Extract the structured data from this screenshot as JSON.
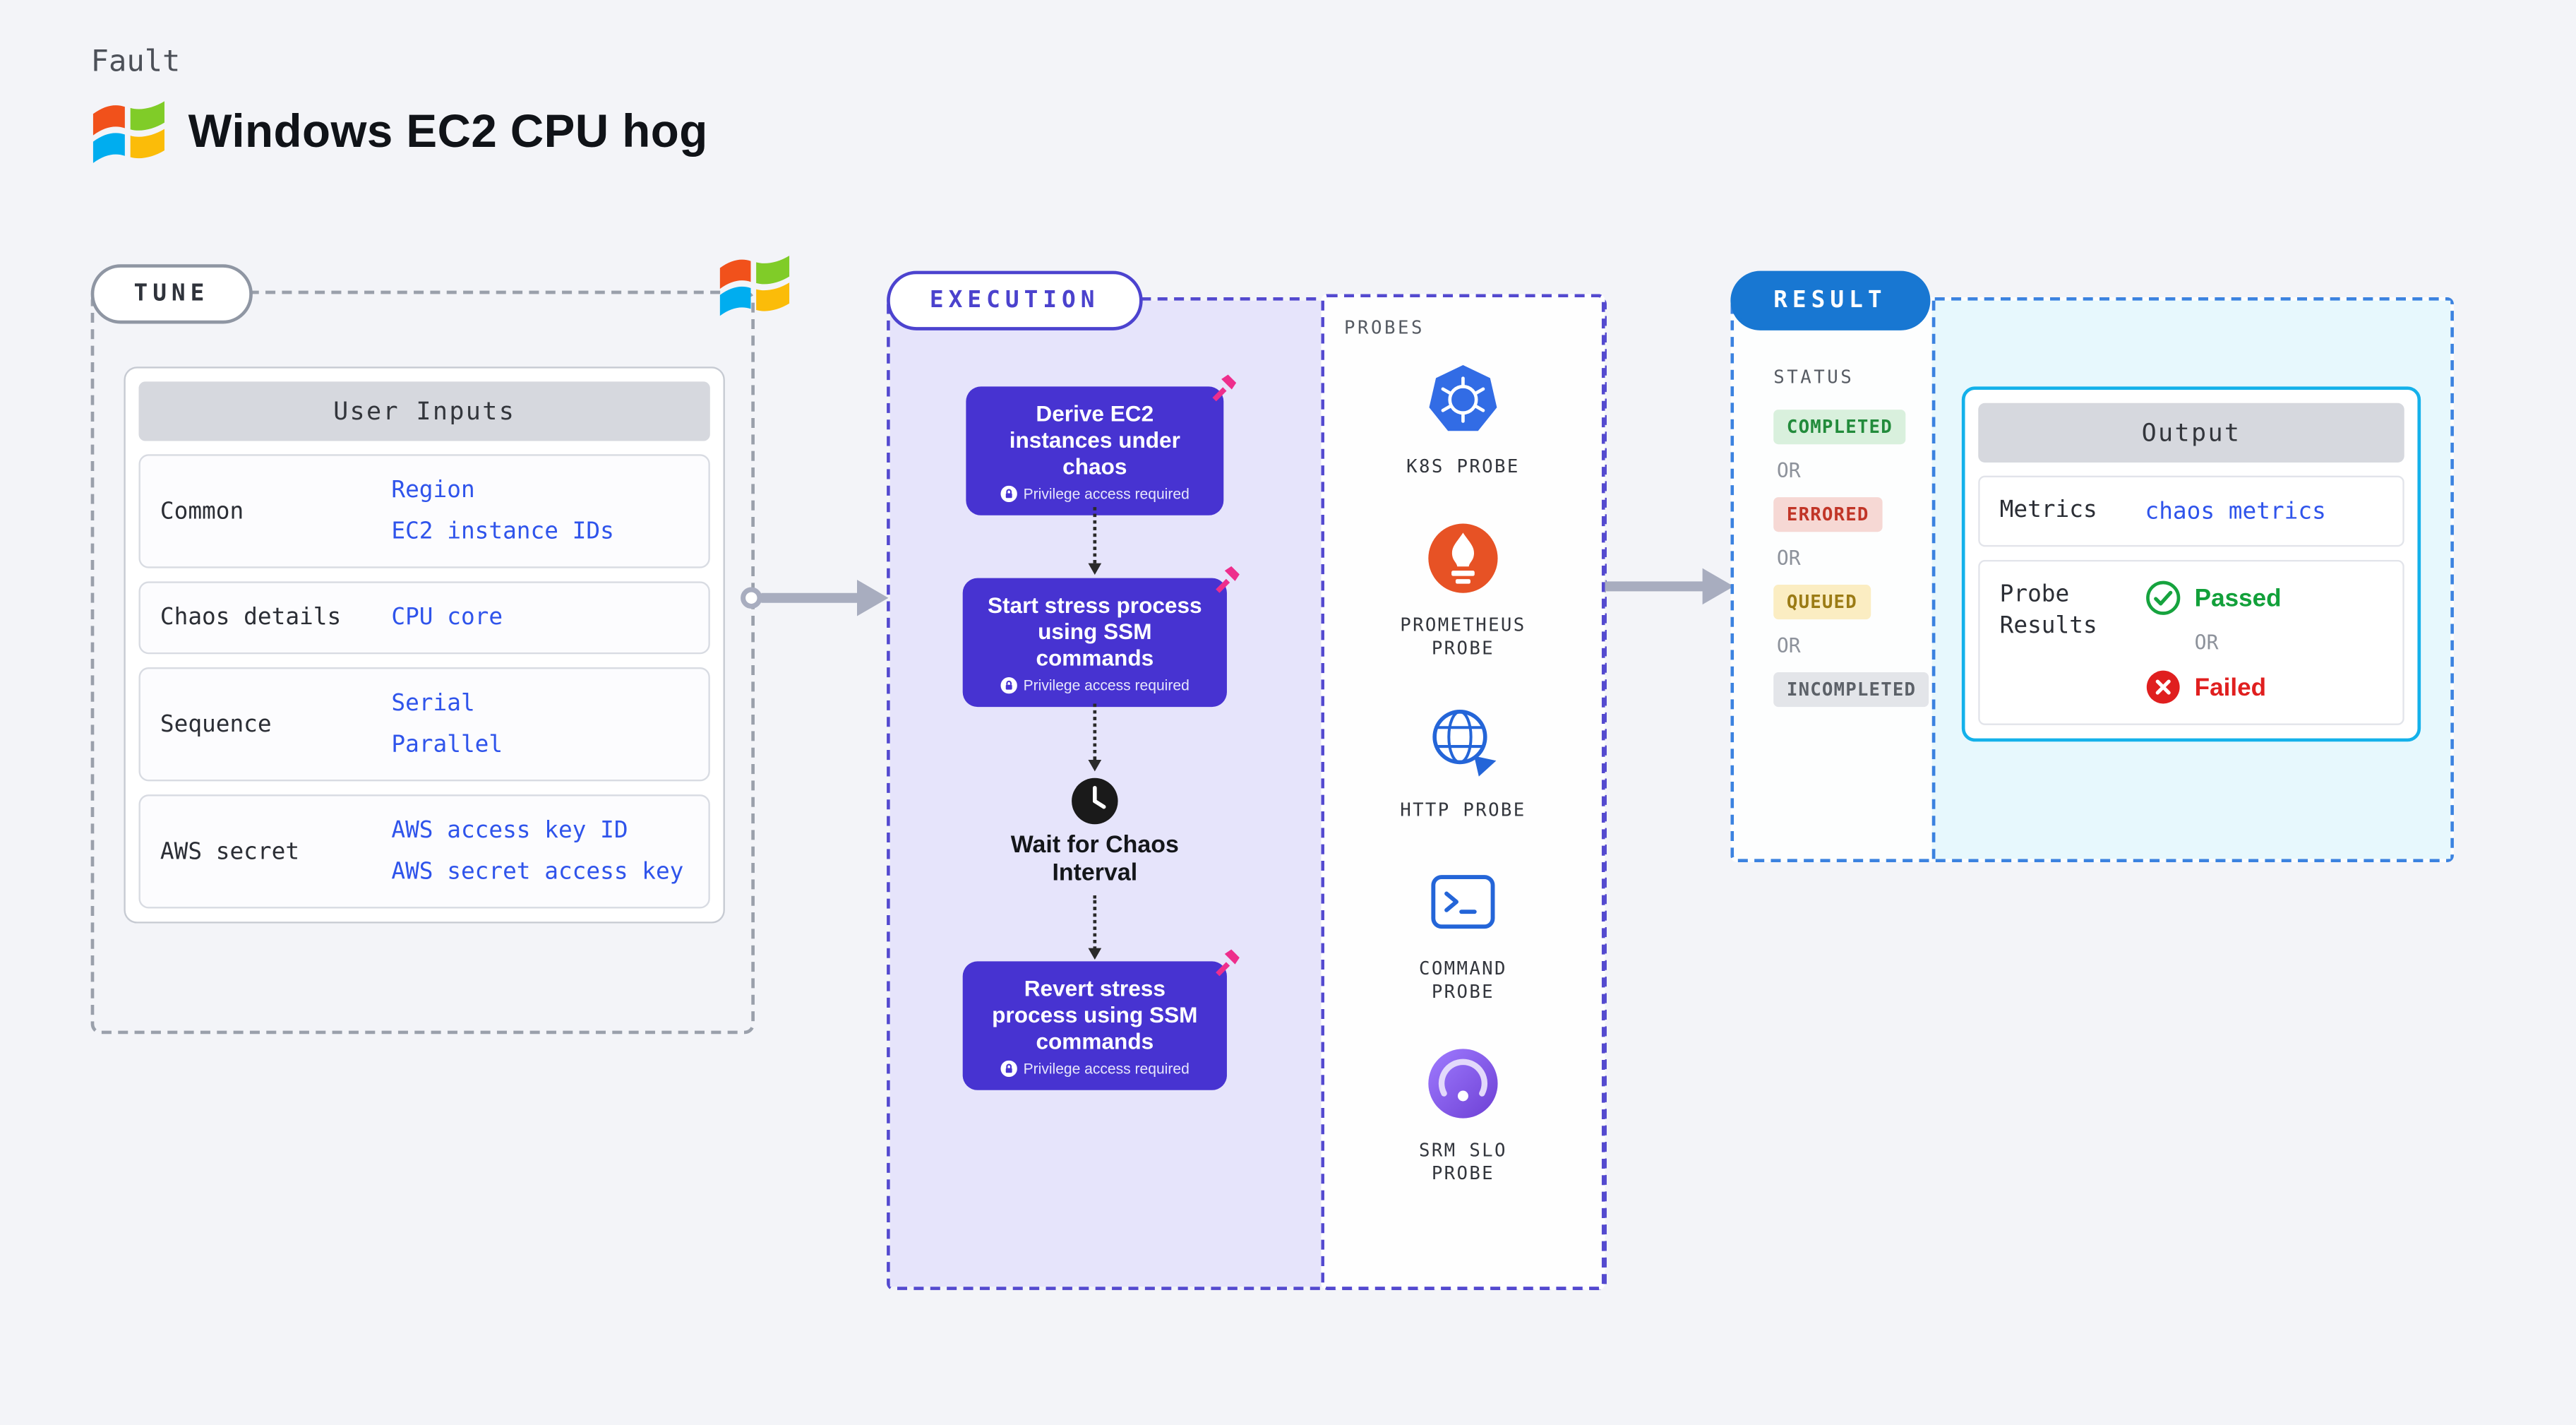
{
  "header": {
    "eyebrow": "Fault",
    "title": "Windows EC2 CPU hog"
  },
  "tune": {
    "label": "TUNE",
    "table": {
      "header": "User Inputs",
      "rows": [
        {
          "label": "Common",
          "values": [
            "Region",
            "EC2 instance IDs"
          ]
        },
        {
          "label": "Chaos details",
          "values": [
            "CPU core"
          ]
        },
        {
          "label": "Sequence",
          "values": [
            "Serial",
            "Parallel"
          ]
        },
        {
          "label": "AWS secret",
          "values": [
            "AWS access key ID",
            "AWS secret access key"
          ]
        }
      ]
    }
  },
  "execution": {
    "label": "EXECUTION",
    "privilege_note": "Privilege access required",
    "steps": [
      {
        "title": "Derive EC2 instances under chaos"
      },
      {
        "title": "Start stress process using SSM commands"
      },
      {
        "title": "Wait for Chaos Interval"
      },
      {
        "title": "Revert stress process using SSM commands"
      }
    ]
  },
  "probes": {
    "label": "PROBES",
    "items": [
      {
        "name": "K8S PROBE",
        "icon": "kubernetes-icon"
      },
      {
        "name": "PROMETHEUS PROBE",
        "icon": "prometheus-icon"
      },
      {
        "name": "HTTP PROBE",
        "icon": "globe-icon"
      },
      {
        "name": "COMMAND PROBE",
        "icon": "terminal-icon"
      },
      {
        "name": "SRM SLO PROBE",
        "icon": "srm-slo-icon"
      }
    ]
  },
  "result": {
    "label": "RESULT",
    "status_label": "STATUS",
    "or": "OR",
    "statuses": [
      {
        "text": "COMPLETED"
      },
      {
        "text": "ERRORED"
      },
      {
        "text": "QUEUED"
      },
      {
        "text": "INCOMPLETED"
      }
    ],
    "output": {
      "header": "Output",
      "metrics_label": "Metrics",
      "metrics_value": "chaos metrics",
      "probe_results_label": "Probe Results",
      "passed": "Passed",
      "failed": "Failed"
    }
  },
  "colors": {
    "accent_indigo": "#4733d1",
    "accent_blue": "#1877d2",
    "link_blue": "#2f54eb",
    "cyan_border": "#14b1ea",
    "pink": "#ee2e8c",
    "completed_green": "#228b3b",
    "errored_red": "#c13527",
    "queued_yellow": "#9b7b15",
    "incompleted_gray": "#5c6168"
  }
}
